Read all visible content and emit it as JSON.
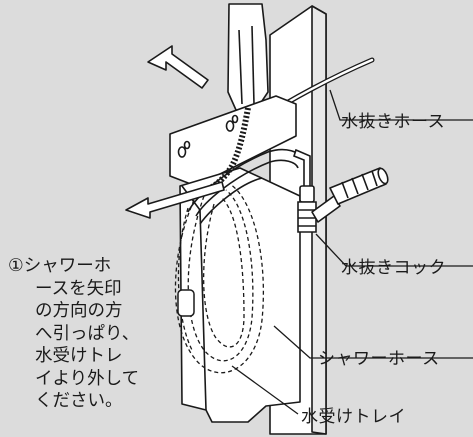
{
  "labels": {
    "drain_hose": "水抜きホース",
    "drain_cock": "水抜きコック",
    "shower_hose": "シャワーホース",
    "water_tray": "水受けトレイ"
  },
  "instruction": {
    "lines": [
      "①シャワーホ",
      "ースを矢印",
      "の方向の方",
      "へ引っぱり、",
      "水受けトレ",
      "イより外して",
      "ください。"
    ]
  },
  "colors": {
    "background": "#dcdcdc",
    "line": "#1a1a1a",
    "fill": "#ffffff"
  }
}
